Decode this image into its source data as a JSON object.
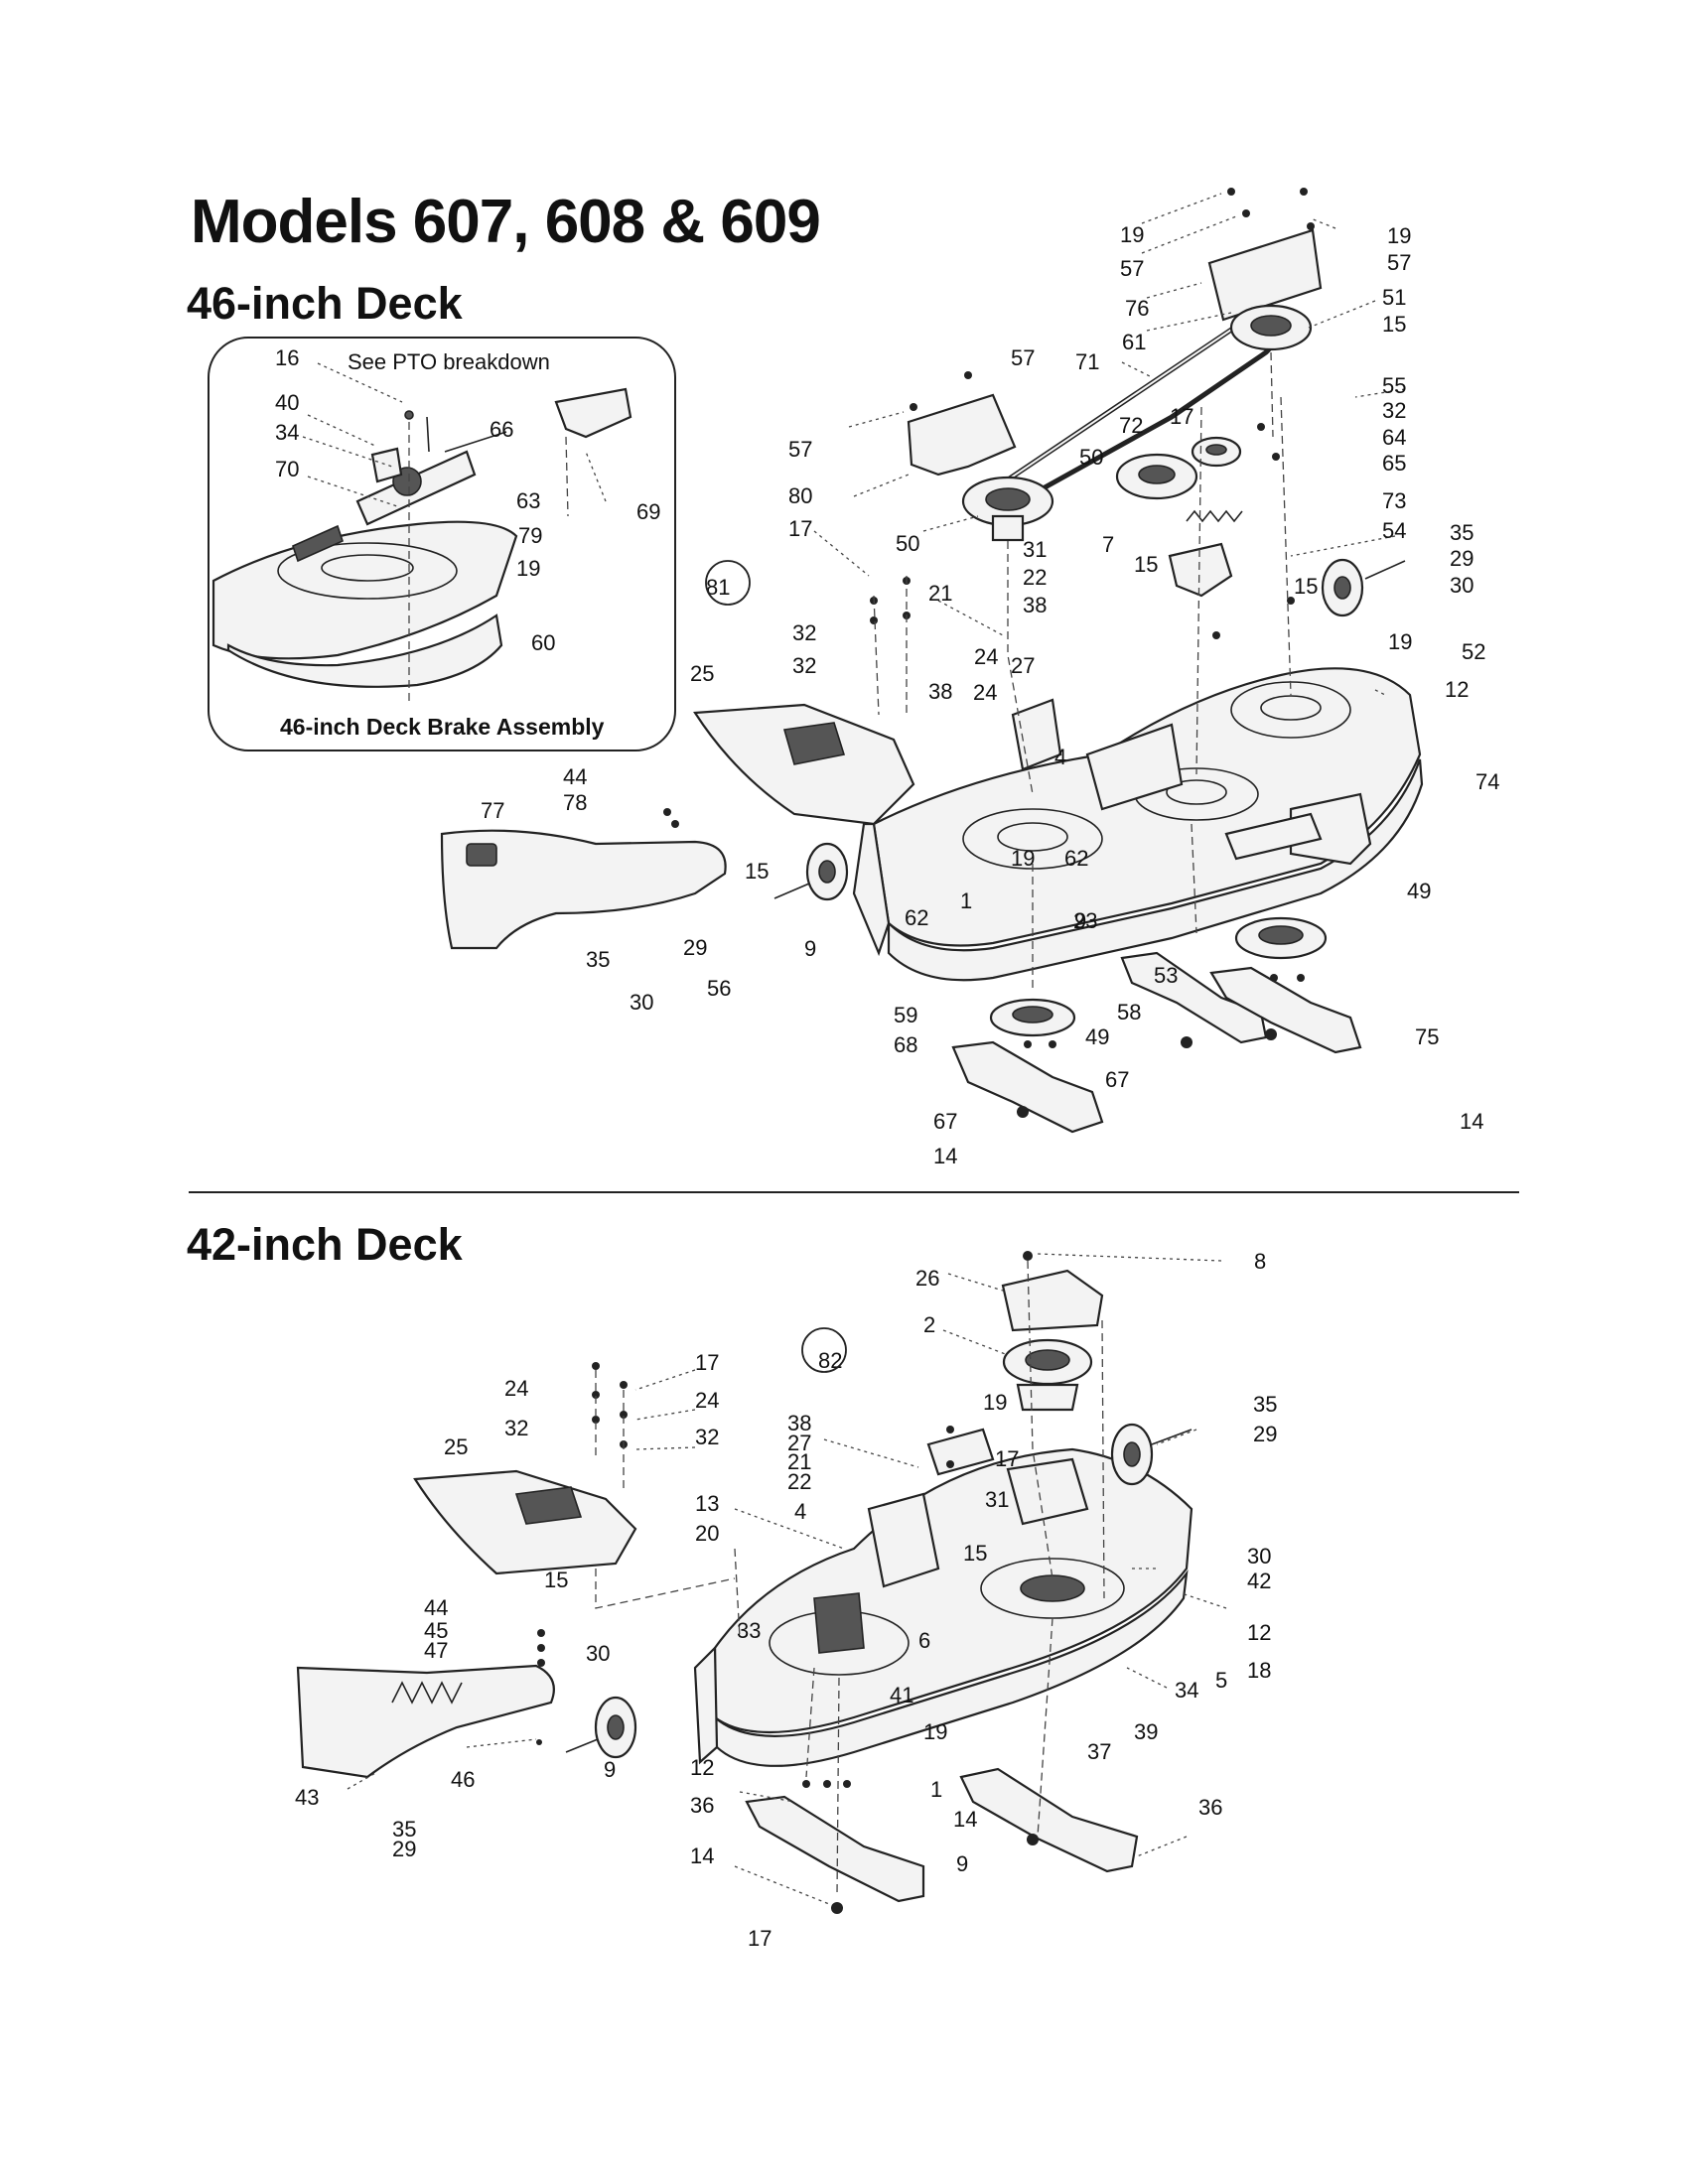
{
  "title": "Models 607, 608 & 609",
  "sections": [
    {
      "id": "deck46",
      "title": "46-inch Deck"
    },
    {
      "id": "deck42",
      "title": "42-inch Deck"
    }
  ],
  "inset": {
    "note": "See PTO breakdown",
    "caption": "46-inch Deck Brake Assembly"
  },
  "callouts": {
    "deck46": [
      "19",
      "57",
      "19",
      "57",
      "76",
      "61",
      "51",
      "15",
      "57",
      "71",
      "55",
      "32",
      "64",
      "65",
      "17",
      "72",
      "57",
      "50",
      "80",
      "73",
      "54",
      "35",
      "29",
      "30",
      "17",
      "50",
      "31",
      "7",
      "15",
      "22",
      "38",
      "15",
      "19",
      "52",
      "12",
      "21",
      "81",
      "32",
      "24",
      "32",
      "24",
      "25",
      "27",
      "38",
      "4",
      "74",
      "44",
      "78",
      "77",
      "15",
      "19",
      "62",
      "1",
      "62",
      "9",
      "49",
      "9",
      "23",
      "35",
      "29",
      "30",
      "56",
      "53",
      "58",
      "75",
      "59",
      "49",
      "68",
      "67",
      "67",
      "14",
      "14"
    ],
    "deck42": [
      "26",
      "8",
      "2",
      "17",
      "24",
      "24",
      "32",
      "32",
      "25",
      "82",
      "35",
      "29",
      "38",
      "27",
      "21",
      "22",
      "19",
      "17",
      "4",
      "13",
      "31",
      "20",
      "15",
      "30",
      "42",
      "44",
      "45",
      "47",
      "15",
      "33",
      "6",
      "12",
      "18",
      "30",
      "41",
      "34",
      "5",
      "19",
      "37",
      "39",
      "43",
      "9",
      "46",
      "12",
      "1",
      "36",
      "36",
      "35",
      "29",
      "14",
      "14",
      "9",
      "17"
    ],
    "inset": [
      "16",
      "40",
      "34",
      "70",
      "66",
      "63",
      "79",
      "19",
      "69",
      "60"
    ]
  }
}
